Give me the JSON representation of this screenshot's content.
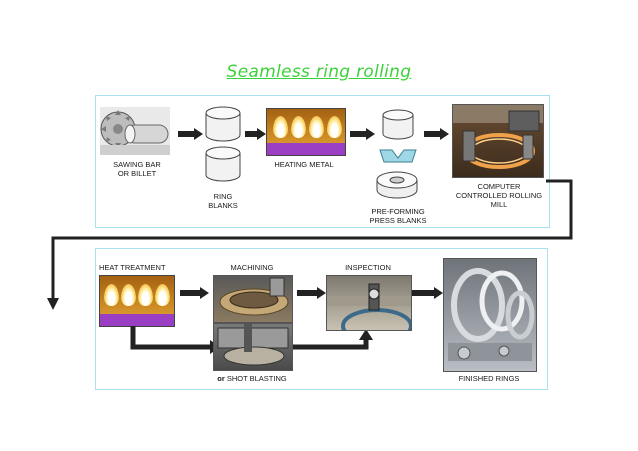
{
  "title": "Seamless ring rolling",
  "labels": {
    "sawing": "SAWING BAR\nOR BILLET",
    "ring_blanks": "RING\nBLANKS",
    "heating": "HEATING METAL",
    "preforming": "PRE-FORMING\nPRESS BLANKS",
    "rolling_mill": "COMPUTER\nCONTROLLED ROLLING\nMILL",
    "heat_treatment": "HEAT TREATMENT",
    "machining": "MACHINING",
    "inspection": "INSPECTION",
    "shot_blasting_or": "or",
    "shot_blasting": "SHOT BLASTING",
    "finished": "FINISHED RINGS"
  },
  "colors": {
    "title": "#3ed23a",
    "panel_border": "#a9e2ee",
    "arrow": "#222222",
    "heater_base": "#9a3ec4",
    "heater_body": "#d58a24"
  }
}
